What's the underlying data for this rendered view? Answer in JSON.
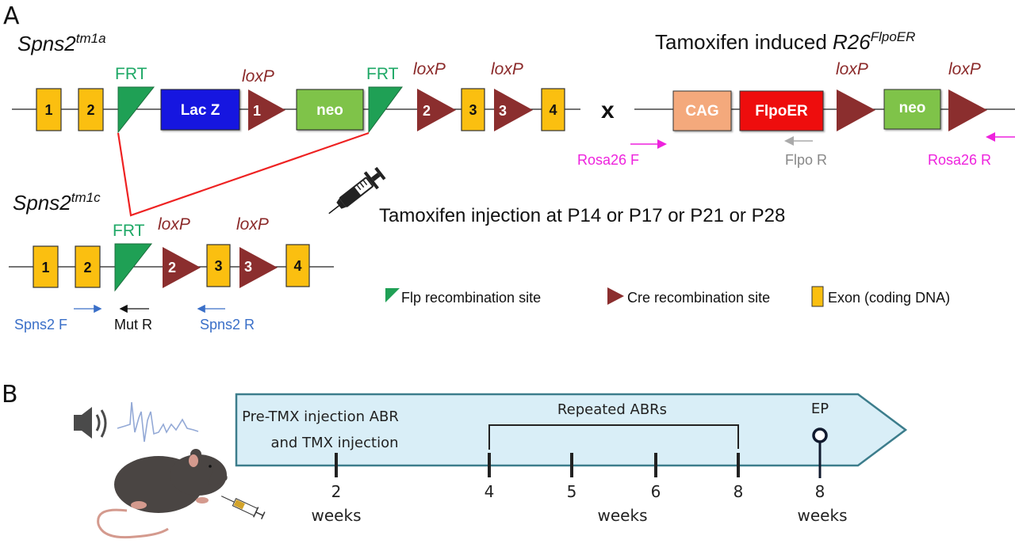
{
  "panel_a": {
    "letter": "A",
    "tm1a": {
      "title_main": "Spns2",
      "title_sup": "tm1a",
      "frt_labels": [
        "FRT",
        "FRT"
      ],
      "loxp_labels": [
        "loxP",
        "loxP",
        "loxP"
      ],
      "exons": [
        "1",
        "2",
        "3",
        "4"
      ],
      "lacz_label": "Lac Z",
      "neo_label": "neo",
      "loxp_site_numbers": [
        "1",
        "2",
        "3"
      ]
    },
    "cross_symbol": "x",
    "flpo": {
      "title_plain": "Tamoxifen induced ",
      "title_italic": "R26",
      "title_sup": "FlpoER",
      "loxp_labels": [
        "loxP",
        "loxP"
      ],
      "cag_label": "CAG",
      "flpoer_label": "FlpoER",
      "neo_label": "neo",
      "primers": {
        "rosa_f": "Rosa26 F",
        "flpo_r": "Flpo R",
        "rosa_r": "Rosa26 R"
      }
    },
    "tm1c": {
      "title_main": "Spns2",
      "title_sup": "tm1c",
      "frt_label": "FRT",
      "loxp_labels": [
        "loxP",
        "loxP"
      ],
      "exons": [
        "1",
        "2",
        "3",
        "4"
      ],
      "loxp_site_numbers": [
        "2",
        "3"
      ],
      "primers": {
        "spns2_f": "Spns2 F",
        "mut_r": "Mut R",
        "spns2_r": "Spns2 R"
      }
    },
    "injection_text": "Tamoxifen injection at P14 or P17 or P21 or P28",
    "legend": {
      "flp": "Flp recombination site",
      "cre": "Cre recombination site",
      "exon": "Exon (coding DNA)"
    },
    "colors": {
      "exon": "#fbbf10",
      "frt": "#1fa055",
      "loxp": "#8b2e2e",
      "lacz": "#1515e0",
      "neo": "#7fc34a",
      "cag": "#f4a97c",
      "flpoer": "#ee1111",
      "red_line": "#ee2222",
      "magenta": "#ee22dd",
      "blue_primer": "#3a6fc8",
      "gray_primer": "#999999",
      "frt_text": "#1ea866",
      "loxp_text": "#8b2a2a"
    }
  },
  "panel_b": {
    "letter": "B",
    "pre_tmx_line1": "Pre-TMX injection ABR",
    "pre_tmx_line2": "and TMX injection",
    "repeated_label": "Repeated ABRs",
    "ep_label": "EP",
    "ticks": [
      {
        "label": "2",
        "sub": "weeks"
      },
      {
        "label": "4",
        "sub": ""
      },
      {
        "label": "5",
        "sub": "weeks"
      },
      {
        "label": "6",
        "sub": ""
      },
      {
        "label": "8",
        "sub": ""
      },
      {
        "label": "8",
        "sub": "weeks"
      }
    ],
    "colors": {
      "arrow_fill": "#d9eef7",
      "arrow_stroke": "#3c7d8c",
      "tick": "#222222"
    }
  }
}
